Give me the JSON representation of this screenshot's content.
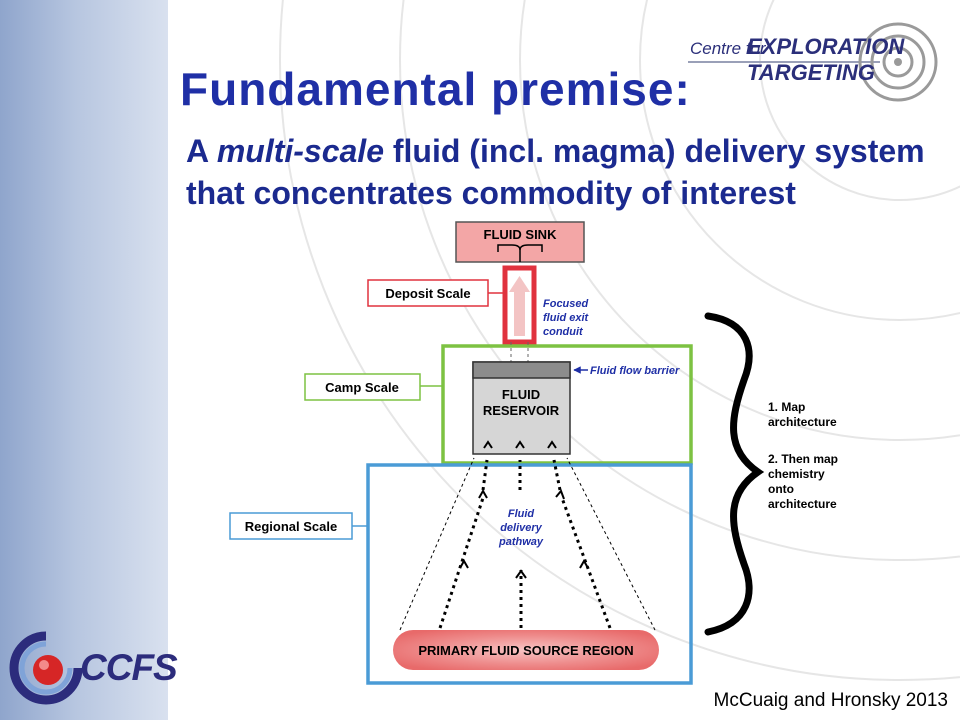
{
  "slide": {
    "title": "Fundamental premise:",
    "subtitle_pre": "A ",
    "subtitle_italic": "multi-scale",
    "subtitle_post": " fluid (incl. magma) delivery system that concentrates commodity of interest",
    "citation": "McCuaig and Hronsky 2013"
  },
  "logos": {
    "cet_small": "Centre for",
    "cet_line1": "EXPLORATION",
    "cet_line2": "TARGETING",
    "ccfs": "CCFS"
  },
  "diagram": {
    "sink": "FLUID SINK",
    "deposit_scale": "Deposit Scale",
    "camp_scale": "Camp Scale",
    "regional_scale": "Regional Scale",
    "conduit_1": "Focused",
    "conduit_2": "fluid exit",
    "conduit_3": "conduit",
    "barrier": "Fluid flow barrier",
    "reservoir_1": "FLUID",
    "reservoir_2": "RESERVOIR",
    "pathway_1": "Fluid",
    "pathway_2": "delivery",
    "pathway_3": "pathway",
    "source": "PRIMARY FLUID SOURCE REGION",
    "step1_1": "1. Map",
    "step1_2": "architecture",
    "step2_1": "2. Then map",
    "step2_2": "chemistry",
    "step2_3": "onto",
    "step2_4": "architecture"
  },
  "colors": {
    "title": "#1f2fa6",
    "deposit": "#e0323e",
    "camp": "#7dc242",
    "regional": "#4a9bd6",
    "sink_fill": "#f3a6a6"
  }
}
